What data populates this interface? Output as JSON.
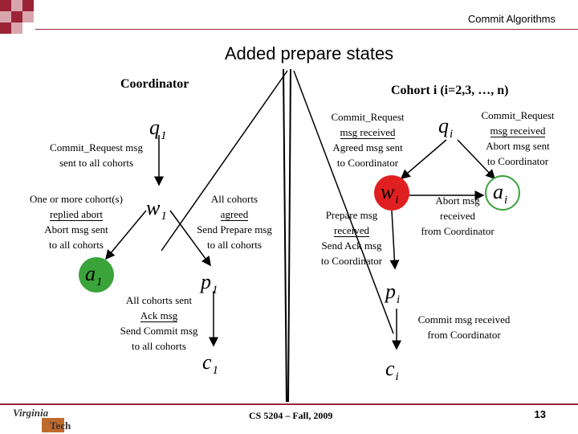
{
  "header": {
    "section": "Commit Algorithms"
  },
  "slide": {
    "title": "Added prepare states"
  },
  "coordinator": {
    "heading": "Coordinator",
    "q1": {
      "sym": "q",
      "sub": "1"
    },
    "q1_to_w1": [
      "Commit_Request msg",
      "sent to all cohorts"
    ],
    "w1": {
      "sym": "w",
      "sub": "1"
    },
    "w1_to_a1": [
      "One or more cohort(s)",
      "replied abort",
      "Abort msg sent",
      "to all cohorts"
    ],
    "a1": {
      "sym": "a",
      "sub": "1"
    },
    "w1_to_p1": [
      "All cohorts",
      "agreed",
      "Send Prepare msg",
      "to all cohorts"
    ],
    "p1": {
      "sym": "p",
      "sub": "1"
    },
    "p1_to_c1": [
      "All cohorts sent",
      "Ack msg",
      "Send Commit msg",
      "to all cohorts"
    ],
    "c1": {
      "sym": "c",
      "sub": "1"
    }
  },
  "cohort": {
    "heading": "Cohort i (i=2,3, …, n)",
    "qi": {
      "sym": "q",
      "sub": "i"
    },
    "qi_to_wi": [
      "Commit_Request",
      "msg received",
      "Agreed msg sent",
      "to Coordinator"
    ],
    "qi_to_ai": [
      "Commit_Request",
      "msg received",
      "Abort msg sent",
      "to Coordinator"
    ],
    "wi": {
      "sym": "w",
      "sub": "i"
    },
    "wi_to_ai": [
      "Abort msg",
      "received",
      "from Coordinator"
    ],
    "ai": {
      "sym": "a",
      "sub": "i"
    },
    "wi_to_pi": [
      "Prepare msg",
      "received",
      "Send Ack msg",
      "to Coordinator"
    ],
    "pi": {
      "sym": "p",
      "sub": "i"
    },
    "pi_to_ci": [
      "Commit msg received",
      "from Coordinator"
    ],
    "ci": {
      "sym": "c",
      "sub": "i"
    }
  },
  "footer": {
    "logo_line1": "Virginia",
    "logo_line2": "Tech",
    "course": "CS 5204 – Fall, 2009",
    "page": "13"
  },
  "colors": {
    "accent_deco": "#9b2335",
    "abort_state": "#3aa33a",
    "wait_state_cohort": "#e02020",
    "logo_orange": "#c06a2b"
  }
}
